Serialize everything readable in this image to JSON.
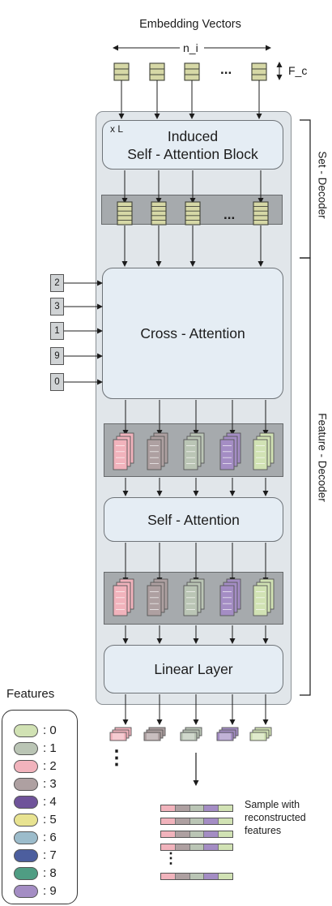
{
  "title": "Embedding Vectors",
  "top_labels": {
    "n_i": "n_i",
    "f_c": "F_c",
    "ellipsis": "..."
  },
  "blocks": {
    "induced_line1": "Induced",
    "induced_line2": "Self - Attention Block",
    "repeat": "x L",
    "cross_attention": "Cross - Attention",
    "self_attention": "Self - Attention",
    "linear_layer": "Linear Layer"
  },
  "brackets": {
    "set_decoder": "Set - Decoder",
    "feature_decoder": "Feature - Decoder"
  },
  "side_inputs": [
    "2",
    "3",
    "1",
    "9",
    "0"
  ],
  "panel_ellipsis": "...",
  "below_ellipsis": "⋮",
  "sample": {
    "caption_lines": [
      "Sample with",
      "reconstructed",
      "features"
    ],
    "ellipsis": "⋮"
  },
  "legend": {
    "title": "Features",
    "items": [
      {
        "label": ": 0",
        "color": "#d1e2b4"
      },
      {
        "label": ": 1",
        "color": "#bac5b5"
      },
      {
        "label": ": 2",
        "color": "#f1b3bc"
      },
      {
        "label": ": 3",
        "color": "#aea0a1"
      },
      {
        "label": ": 4",
        "color": "#6f539a"
      },
      {
        "label": ": 5",
        "color": "#e8e391"
      },
      {
        "label": ": 6",
        "color": "#9cbccb"
      },
      {
        "label": ": 7",
        "color": "#4c5e9e"
      },
      {
        "label": ": 8",
        "color": "#4f9d83"
      },
      {
        "label": ": 9",
        "color": "#a48dc4"
      }
    ]
  },
  "colors": {
    "vector_fill": "#d6d8a6",
    "block_fill": "#e5edf4",
    "panel_fill": "#a6aaad",
    "outer_fill": "#e1e6ea"
  }
}
